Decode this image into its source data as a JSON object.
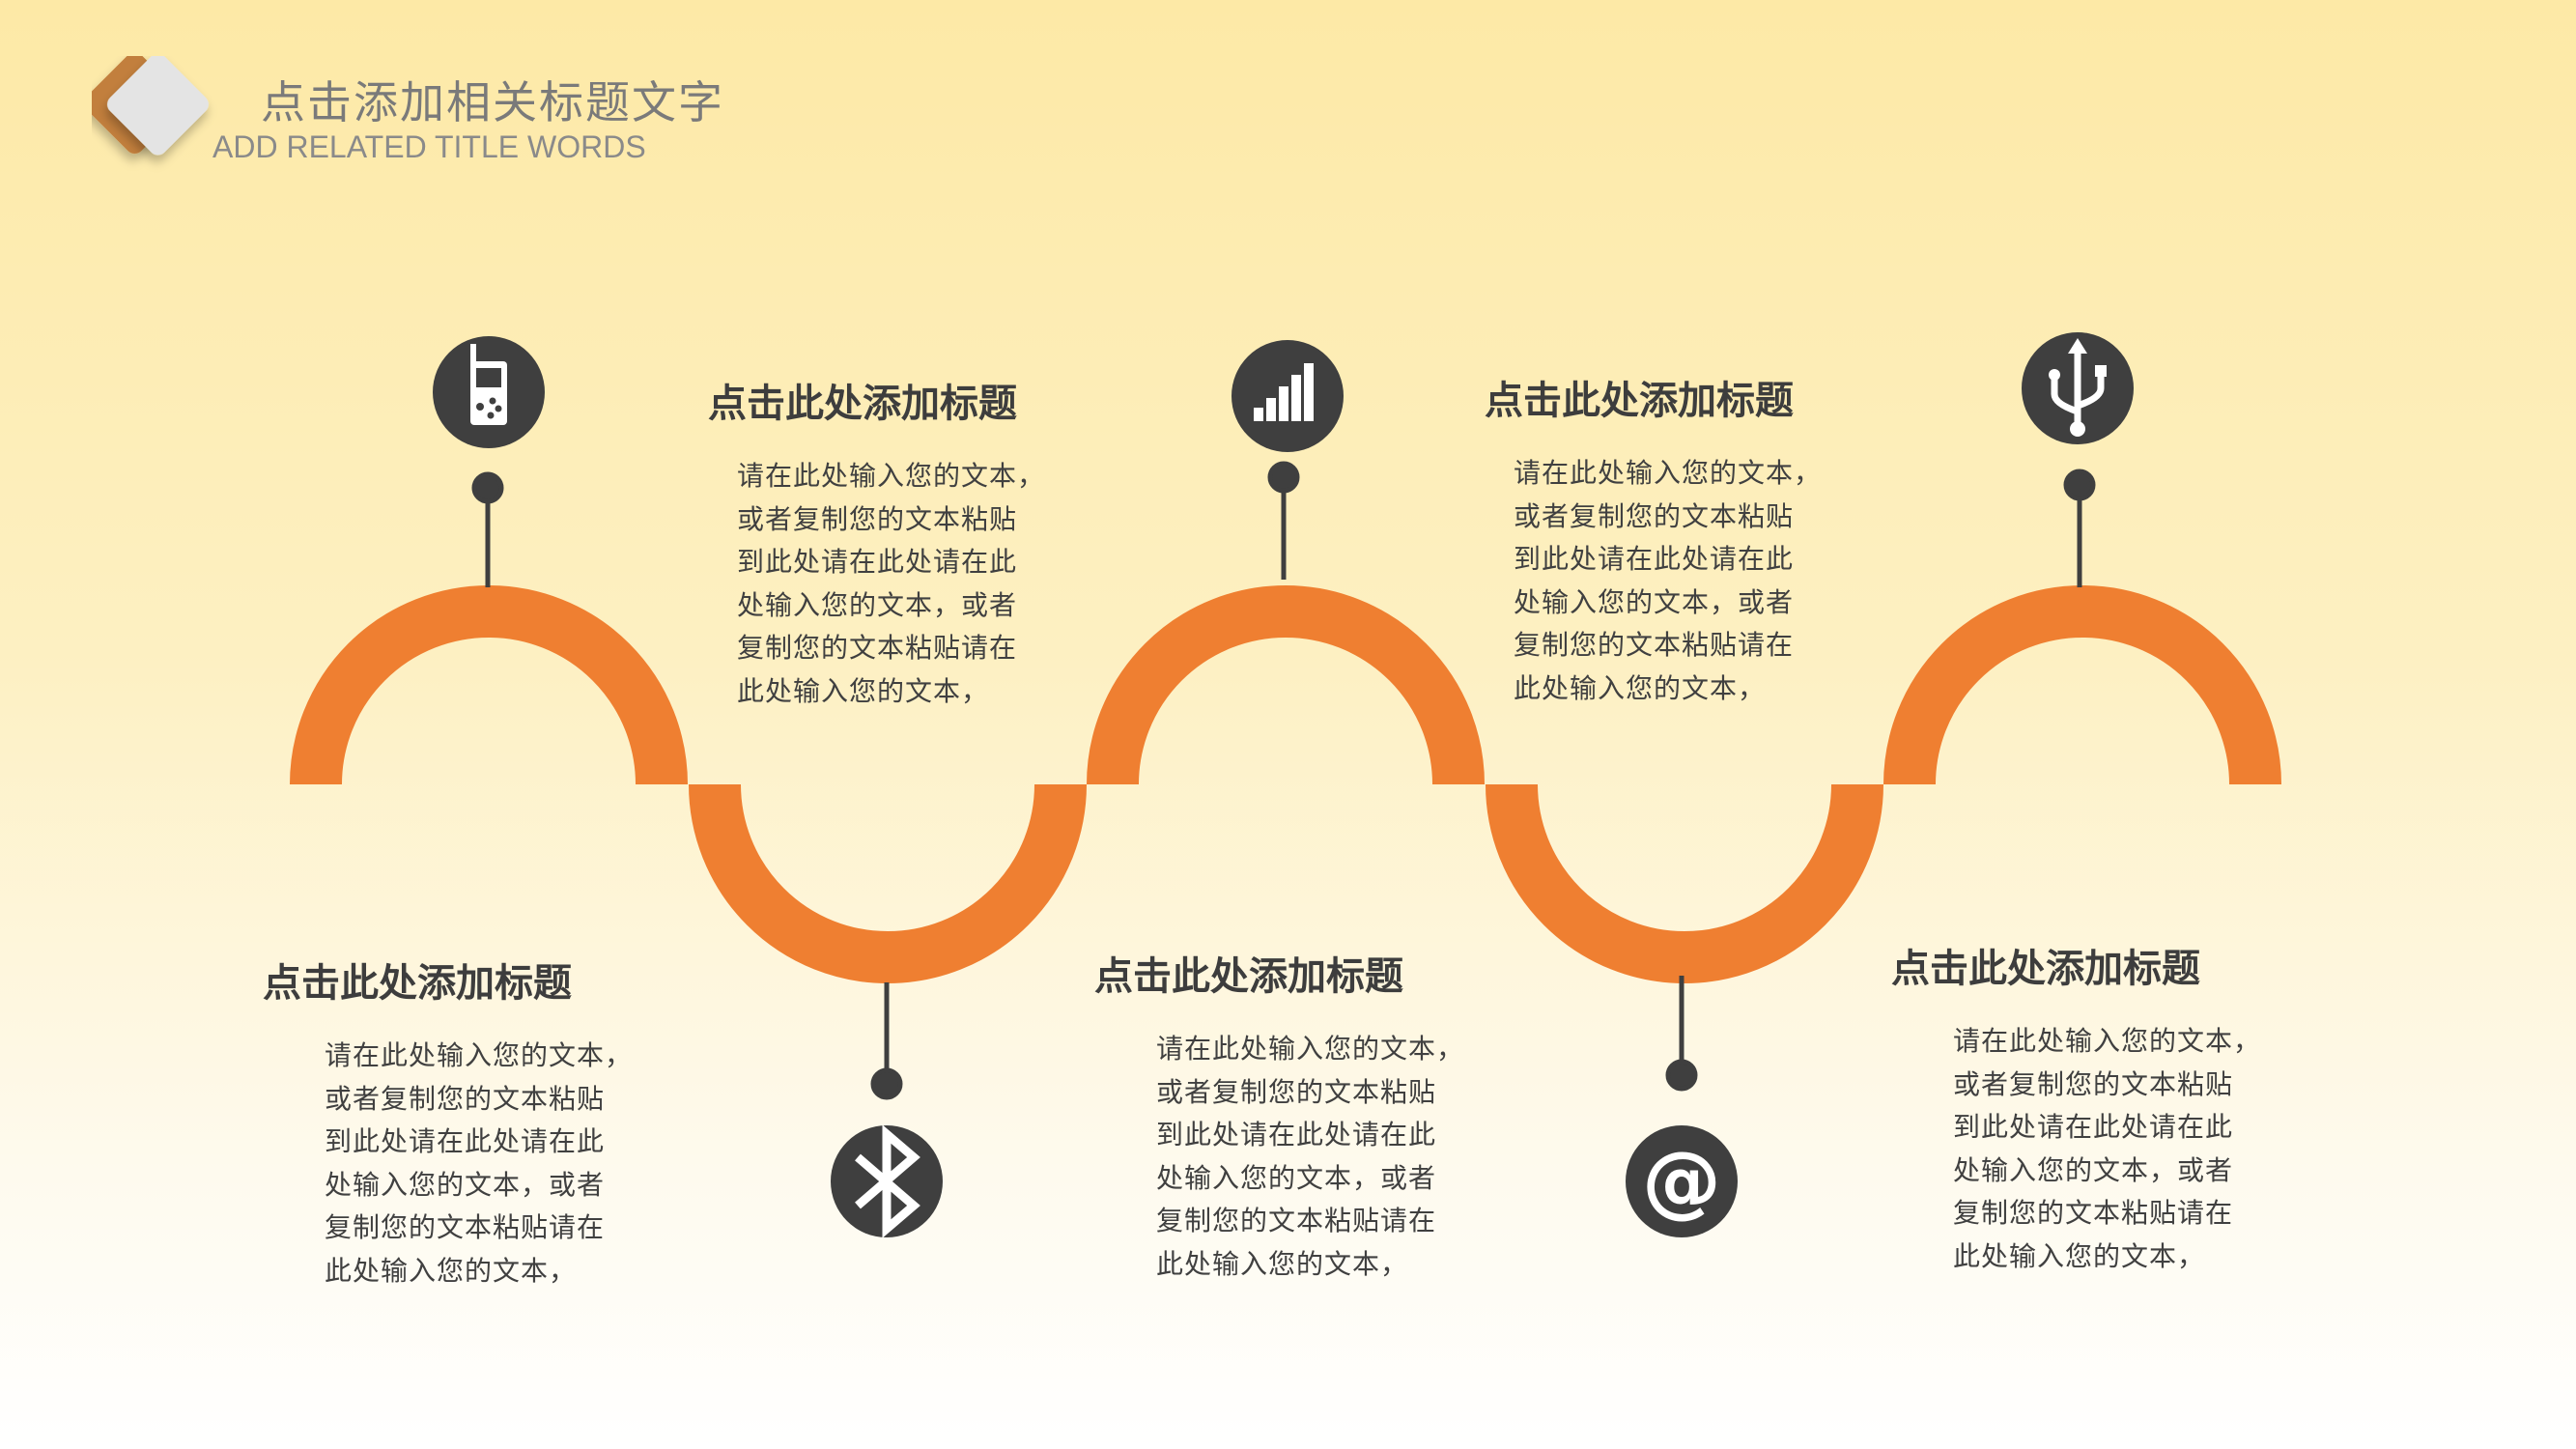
{
  "header": {
    "title_cn": "点击添加相关标题文字",
    "title_en": "ADD RELATED TITLE WORDS"
  },
  "colors": {
    "accent": "#ef7f31",
    "icon_bg": "#3f3f3f",
    "logo_back": "#c27f3d",
    "logo_front": "#e4e4e4"
  },
  "steps": [
    {
      "icon": "walkie-talkie-icon",
      "title": "点击此处添加标题",
      "body": "请在此处输入您的文本，\n或者复制您的文本粘贴\n到此处请在此处请在此\n处输入您的文本，或者\n复制您的文本粘贴请在\n此处输入您的文本，"
    },
    {
      "icon": "bluetooth-icon",
      "title": "点击此处添加标题",
      "body": "请在此处输入您的文本，\n或者复制您的文本粘贴\n到此处请在此处请在此\n处输入您的文本，或者\n复制您的文本粘贴请在\n此处输入您的文本，"
    },
    {
      "icon": "signal-bars-icon",
      "title": "点击此处添加标题",
      "body": "请在此处输入您的文本，\n或者复制您的文本粘贴\n到此处请在此处请在此\n处输入您的文本，或者\n复制您的文本粘贴请在\n此处输入您的文本，"
    },
    {
      "icon": "at-sign-icon",
      "title": "点击此处添加标题",
      "body": "请在此处输入您的文本，\n或者复制您的文本粘贴\n到此处请在此处请在此\n处输入您的文本，或者\n复制您的文本粘贴请在\n此处输入您的文本，"
    },
    {
      "icon": "usb-icon",
      "title": "点击此处添加标题",
      "body": "请在此处输入您的文本，\n或者复制您的文本粘贴\n到此处请在此处请在此\n处输入您的文本，或者\n复制您的文本粘贴请在\n此处输入您的文本，"
    },
    {
      "title": "点击此处添加标题",
      "body": "请在此处输入您的文本，\n或者复制您的文本粘贴\n到此处请在此处请在此\n处输入您的文本，或者\n复制您的文本粘贴请在\n此处输入您的文本，"
    }
  ]
}
